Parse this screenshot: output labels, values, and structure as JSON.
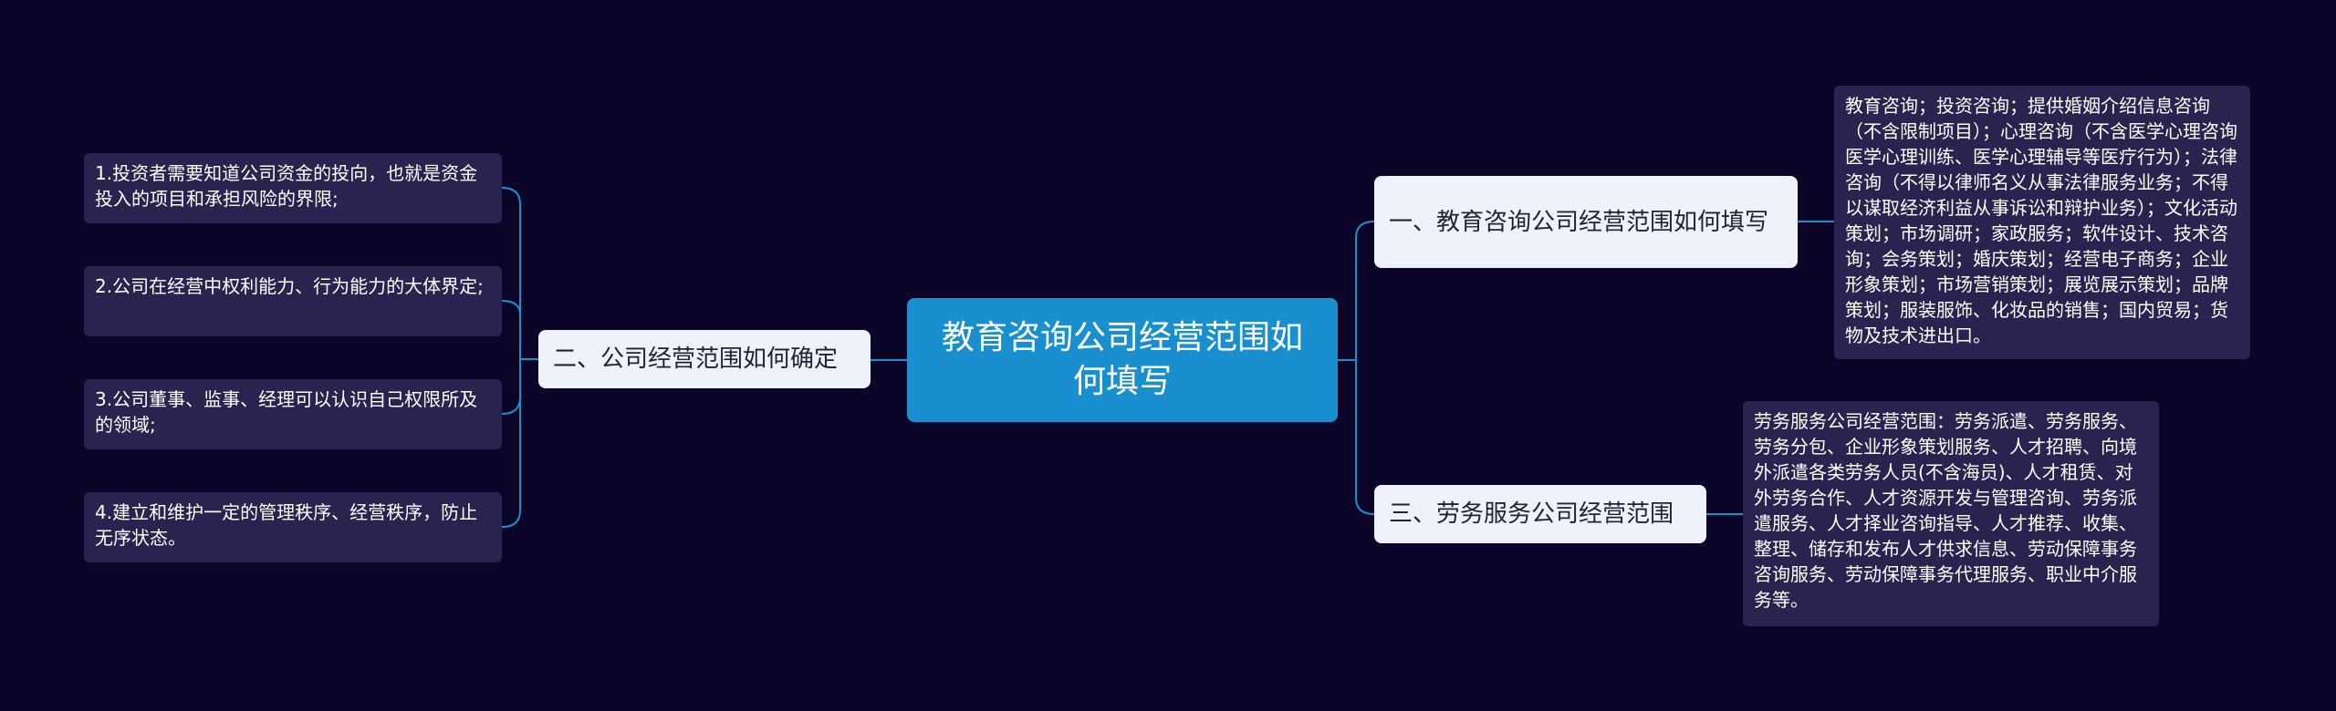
{
  "mindmap": {
    "central": "教育咨询公司经营范围如何填写",
    "branches": [
      {
        "label": "一、教育咨询公司经营范围如何填写",
        "details": [
          "教育咨询；投资咨询；提供婚姻介绍信息咨询（不含限制项目）；心理咨询（不含医学心理咨询医学心理训练、医学心理辅导等医疗行为）；法律咨询（不得以律师名义从事法律服务业务；不得以谋取经济利益从事诉讼和辩护业务）；文化活动策划；市场调研；家政服务；软件设计、技术咨询；会务策划；婚庆策划；经营电子商务；企业形象策划；市场营销策划；展览展示策划；品牌策划；服装服饰、化妆品的销售；国内贸易；货物及技术进出口。"
        ]
      },
      {
        "label": "二、公司经营范围如何确定",
        "details": [
          "1.投资者需要知道公司资金的投向，也就是资金投入的项目和承担风险的界限;",
          "2.公司在经营中权利能力、行为能力的大体界定;",
          "3.公司董事、监事、经理可以认识自己权限所及的领域;",
          "4.建立和维护一定的管理秩序、经营秩序，防止无序状态。"
        ]
      },
      {
        "label": "三、劳务服务公司经营范围",
        "details": [
          "劳务服务公司经营范围：劳务派遣、劳务服务、劳务分包、企业形象策划服务、人才招聘、向境外派遣各类劳务人员(不含海员)、人才租赁、对外劳务合作、人才资源开发与管理咨询、劳务派遣服务、人才择业咨询指导、人才推荐、收集、整理、储存和发布人才供求信息、劳动保障事务咨询服务、劳动保障事务代理服务、职业中介服务等。"
        ]
      }
    ],
    "colors": {
      "background": "#0b0628",
      "central": "#1a8fd0",
      "branch": "#eef2fb",
      "leaf": "#29234f",
      "connector": "#1a8fd0"
    }
  }
}
